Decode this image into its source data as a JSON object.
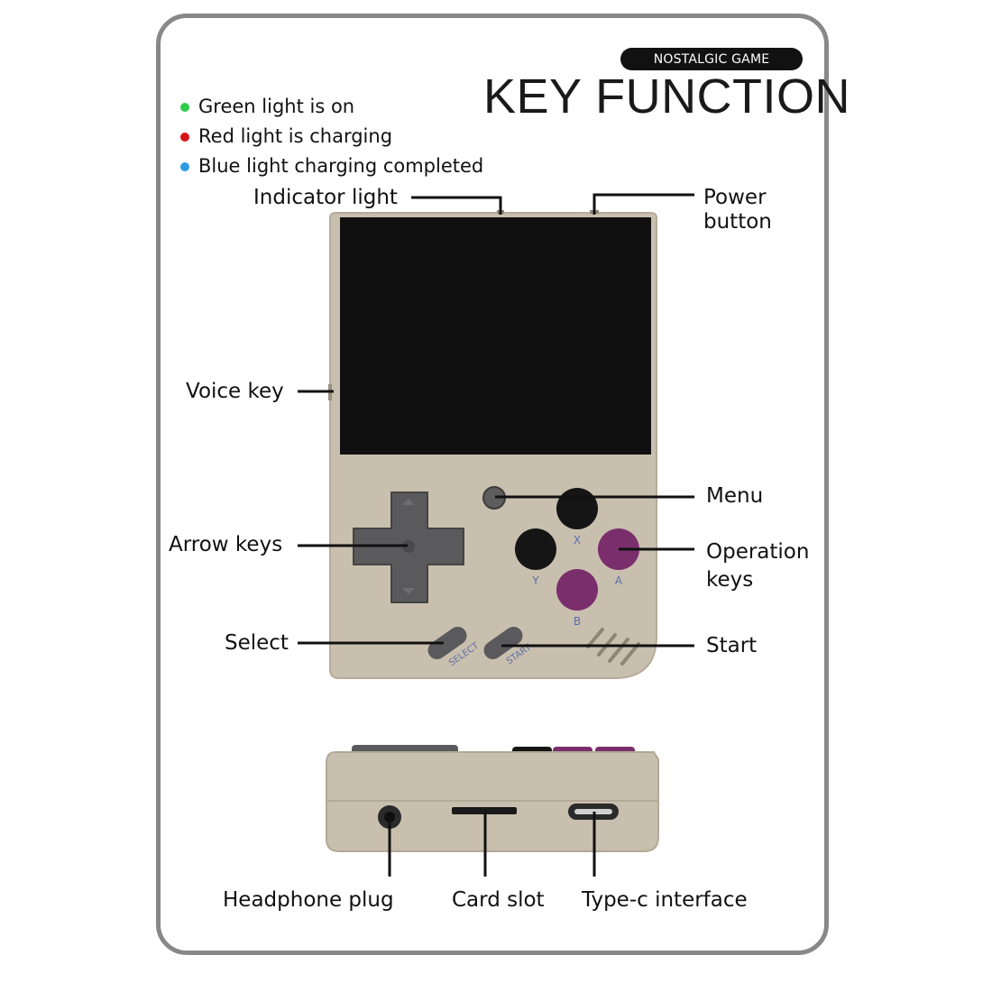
{
  "header": {
    "badge": "NOSTALGIC GAME",
    "title": "KEY FUNCTION"
  },
  "legend": [
    {
      "text": "Green light is on",
      "color": "#2ecc4a"
    },
    {
      "text": "Red light is charging",
      "color": "#d8141b"
    },
    {
      "text": "Blue light charging completed",
      "color": "#2b9be0"
    }
  ],
  "labels": {
    "indicator_light": "Indicator light",
    "power_button_line1": "Power",
    "power_button_line2": "button",
    "voice_key": "Voice key",
    "arrow_keys": "Arrow keys",
    "select": "Select",
    "menu": "Menu",
    "operation_keys_line1": "Operation",
    "operation_keys_line2": "keys",
    "start": "Start",
    "headphone_plug": "Headphone plug",
    "card_slot": "Card slot",
    "typec_interface": "Type-c interface"
  },
  "device": {
    "button_x": "X",
    "button_y": "Y",
    "button_a": "A",
    "button_b": "B",
    "select_print": "SELECT",
    "start_print": "START"
  },
  "colors": {
    "body": "#c9bfae",
    "screen": "#101010",
    "dpad": "#5a5a5c",
    "black_button": "#151515",
    "purple_button": "#7a2e6c",
    "print": "#5a6fa8"
  }
}
